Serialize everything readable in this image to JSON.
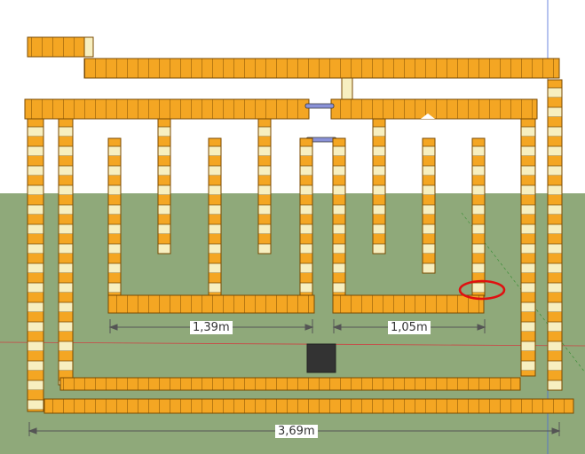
{
  "colors": {
    "sky": "#ffffff",
    "ground": "#8fa97a",
    "block_orange": "#f4a623",
    "block_edge": "#7a4a00",
    "block_cream": "#f7efc0",
    "connector": "#8a92d8",
    "marker": "#e01010",
    "dim_line": "#555555",
    "dark_box": "#333333"
  },
  "dimensions": [
    {
      "label": "1,39m"
    },
    {
      "label": "1,05m"
    },
    {
      "label": "3,69m"
    }
  ]
}
